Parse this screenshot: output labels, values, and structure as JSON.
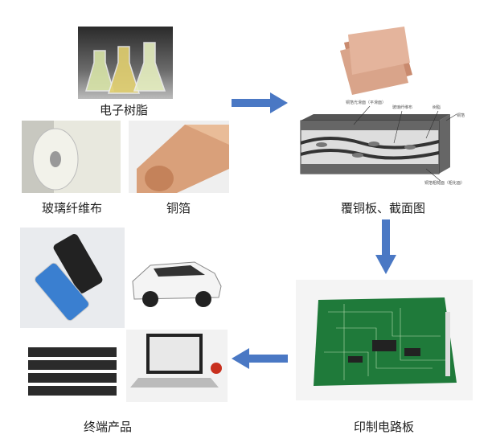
{
  "labels": {
    "resin": "电子树脂",
    "glass_fiber": "玻璃纤维布",
    "copper_foil": "铜箔",
    "ccl": "覆铜板、截面图",
    "pcb": "印制电路板",
    "products": "终端产品"
  },
  "cross_section": {
    "smooth_side": "铜箔光滑面（平滑面）",
    "fiber": "玻璃纤维布",
    "resin": "树脂",
    "foil": "铜箔",
    "rough_side": "铜箔粗糙面（粗化面）"
  },
  "colors": {
    "arrow": "#4a78c4",
    "copper": "#d9a07a"
  }
}
